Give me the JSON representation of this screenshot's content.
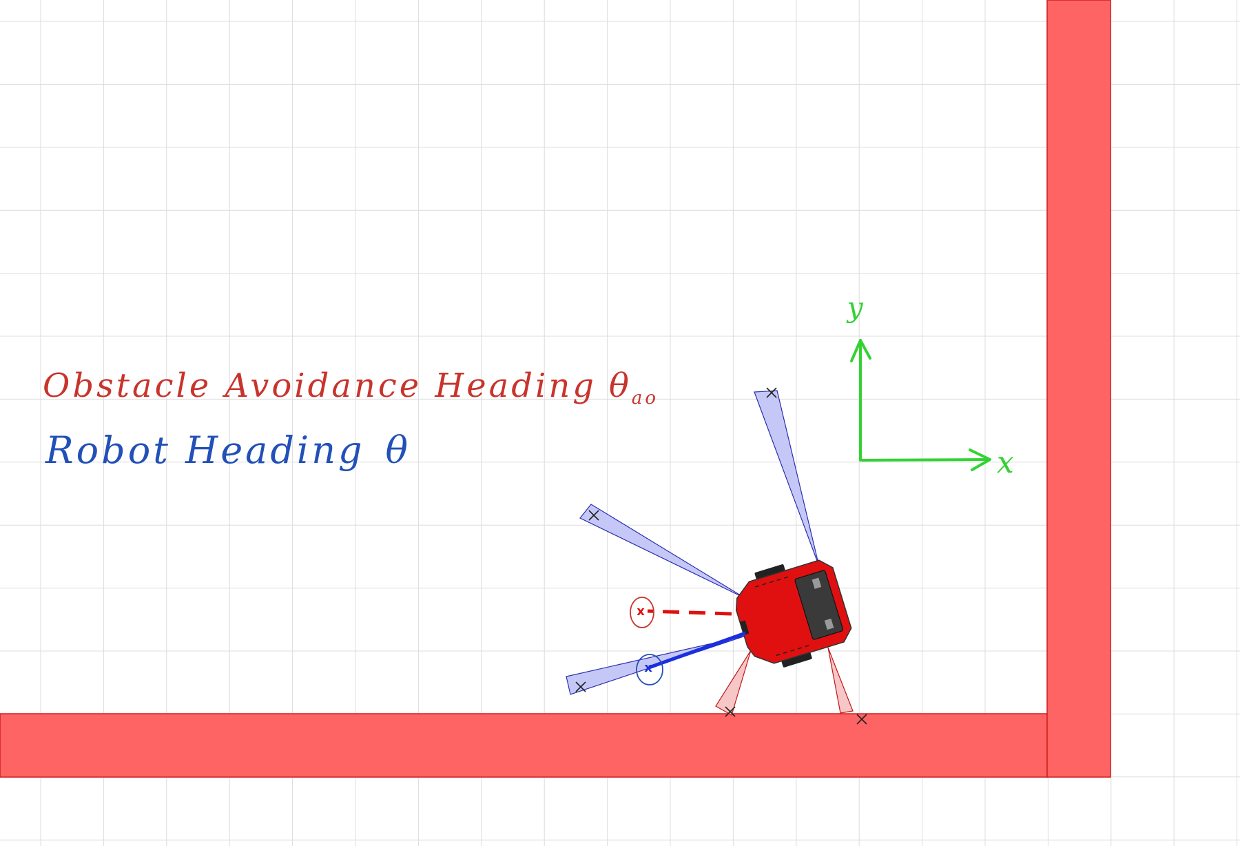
{
  "annotations": {
    "obstacle_label": "Obstacle Avoidance Heading",
    "obstacle_symbol": "θ",
    "obstacle_subscript": "ao",
    "robot_label": "Robot Heading",
    "robot_symbol": "θ",
    "axis_x": "x",
    "axis_y": "y"
  },
  "colors": {
    "wall": "#ff6464",
    "wall_edge": "#d11d1d",
    "grid": "#dcdcdc",
    "sensor_blue": "#c5c8f7",
    "sensor_blue_edge": "#2a2fb0",
    "sensor_red": "#f7c6c6",
    "sensor_red_edge": "#c01818",
    "robot_body": "#e01010",
    "heading_blue": "#1a2fe0",
    "heading_red": "#e01010",
    "label_red": "#c8342c",
    "label_blue": "#2250b8",
    "axes_green": "#33d233"
  }
}
